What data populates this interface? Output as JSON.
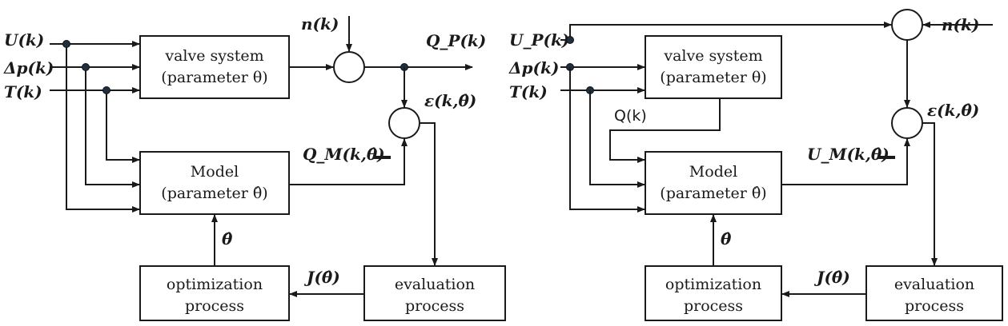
{
  "left": {
    "inputs": [
      "U(k)",
      "Δp(k)",
      "T(k)"
    ],
    "noise": "n(k)",
    "output": "Q_P(k)",
    "model_output": "Q_M(k,θ̂)",
    "error": "ε(k,θ̂)",
    "valve_block": [
      "valve system",
      "(parameter θ)"
    ],
    "model_block": [
      "Model",
      "(parameter θ̂)"
    ],
    "theta_hat": "θ̂",
    "cost": "J(θ̂)",
    "optimization_block": [
      "optimization",
      "process"
    ],
    "evaluation_block": [
      "evaluation",
      "process"
    ]
  },
  "right": {
    "inputs": [
      "U_P(k)",
      "Δp(k)",
      "T(k)"
    ],
    "noise": "n(k)",
    "flow": "Q(k)",
    "model_output": "U_M(k,θ̂)",
    "error": "ε(k,θ̂)",
    "valve_block": [
      "valve system",
      "(parameter θ)"
    ],
    "model_block": [
      "Model",
      "(parameter θ̂)"
    ],
    "theta_hat": "θ̂",
    "cost": "J(θ̂)",
    "optimization_block": [
      "optimization",
      "process"
    ],
    "evaluation_block": [
      "evaluation",
      "process"
    ]
  }
}
